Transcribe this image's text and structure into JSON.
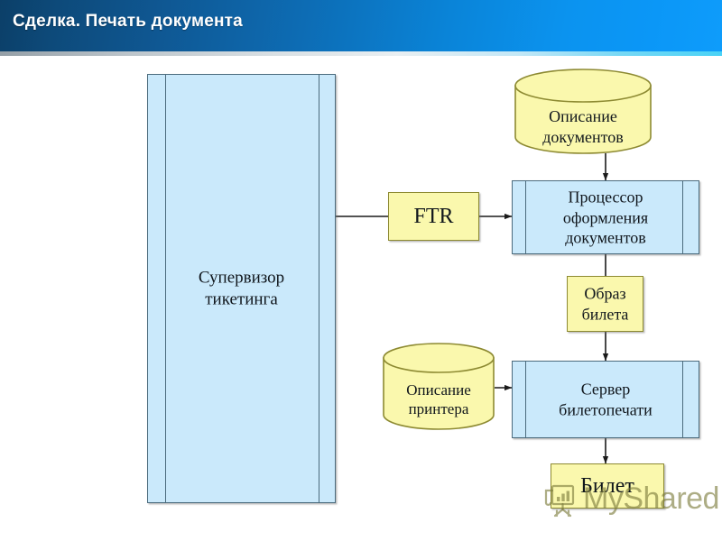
{
  "header": {
    "title": "Сделка. Печать документа",
    "gradient_from": "#0c3f68",
    "gradient_to": "#0e9cfb",
    "text_color": "#ffffff"
  },
  "palette": {
    "component_fill": "#cae9fb",
    "component_border": "#4b6b7d",
    "process_fill": "#faf8ad",
    "process_border": "#8d8a32",
    "cylinder_fill": "#faf8ad",
    "cylinder_border": "#8d8a32",
    "connector": "#1a1a1a"
  },
  "diagram": {
    "type": "component-flow-diagram",
    "nodes": [
      {
        "id": "supervisor",
        "shape": "component",
        "label": "Супервизор\nтикетинга",
        "line1": "Супервизор",
        "line2": "тикетинга"
      },
      {
        "id": "ftr",
        "shape": "process",
        "label": "FTR",
        "line1": "FTR",
        "line2": ""
      },
      {
        "id": "doc-description",
        "shape": "cylinder",
        "label": "Описание\nдокументов",
        "line1": "Описание",
        "line2": "документов"
      },
      {
        "id": "doc-processor",
        "shape": "component",
        "label": "Процессор\nоформления\nдокументов",
        "line1": "Процессор",
        "line2": "оформления",
        "line3": "документов"
      },
      {
        "id": "ticket-image",
        "shape": "process",
        "label": "Образ\nбилета",
        "line1": "Образ",
        "line2": "билета"
      },
      {
        "id": "printer-description",
        "shape": "cylinder",
        "label": "Описание\nпринтера",
        "line1": "Описание",
        "line2": "принтера"
      },
      {
        "id": "print-server",
        "shape": "component",
        "label": "Сервер\nбилетопечати",
        "line1": "Сервер",
        "line2": "билетопечати"
      },
      {
        "id": "ticket",
        "shape": "process",
        "label": "Билет",
        "line1": "Билет",
        "line2": ""
      }
    ],
    "edges": [
      {
        "id": "supervisor-to-ftr",
        "from": "supervisor",
        "to": "ftr",
        "arrow": false,
        "direction": "right"
      },
      {
        "id": "ftr-to-processor",
        "from": "ftr",
        "to": "doc-processor",
        "arrow": true,
        "direction": "right"
      },
      {
        "id": "docdesc-to-processor",
        "from": "doc-description",
        "to": "doc-processor",
        "arrow": true,
        "direction": "down"
      },
      {
        "id": "processor-to-image",
        "from": "doc-processor",
        "to": "ticket-image",
        "arrow": false,
        "direction": "down"
      },
      {
        "id": "image-to-server",
        "from": "ticket-image",
        "to": "print-server",
        "arrow": true,
        "direction": "down"
      },
      {
        "id": "printerdesc-to-server",
        "from": "printer-description",
        "to": "print-server",
        "arrow": true,
        "direction": "right"
      },
      {
        "id": "server-to-ticket",
        "from": "print-server",
        "to": "ticket",
        "arrow": true,
        "direction": "down"
      }
    ]
  },
  "watermark": {
    "text": "MyShared",
    "icon": "presentation-chart-icon",
    "color": "#7b7a3a"
  }
}
